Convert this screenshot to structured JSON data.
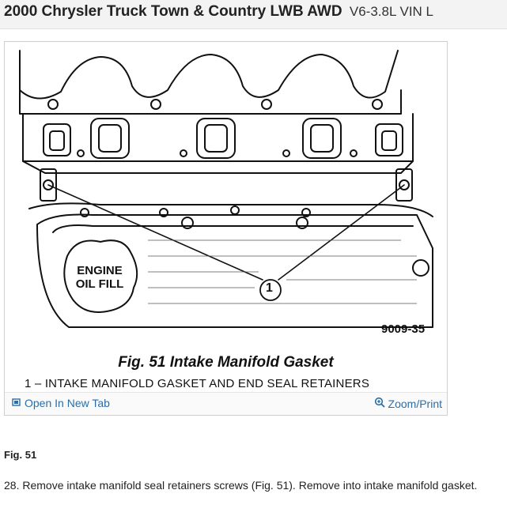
{
  "header": {
    "title": "2000 Chrysler Truck Town & Country LWB AWD",
    "subtitle": "V6-3.8L VIN L"
  },
  "figure": {
    "caption": "Fig. 51 Intake Manifold Gasket",
    "legend": "1 – INTAKE MANIFOLD GASKET AND END SEAL RETAINERS",
    "code": "9009-35",
    "callout_number": "1",
    "engine_label_line1": "ENGINE",
    "engine_label_line2": "OIL FILL",
    "open_tab_label": "Open In New Tab",
    "zoom_label": "Zoom/Print",
    "open_icon": "external-window-icon",
    "zoom_icon": "magnifier-plus-icon"
  },
  "content": {
    "fig_label": "Fig. 51",
    "step_text": "28. Remove intake manifold seal retainers screws (Fig. 51). Remove into intake manifold gasket."
  }
}
